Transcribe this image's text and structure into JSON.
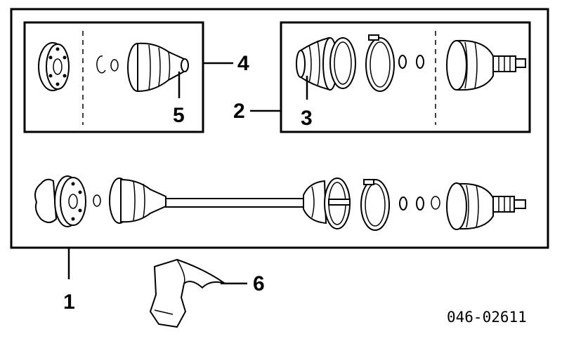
{
  "callouts": {
    "c1": "1",
    "c2": "2",
    "c3": "3",
    "c4": "4",
    "c5": "5",
    "c6": "6"
  },
  "diagram_code": "046-02611",
  "colors": {
    "ink": "#000000",
    "paper": "#ffffff"
  }
}
